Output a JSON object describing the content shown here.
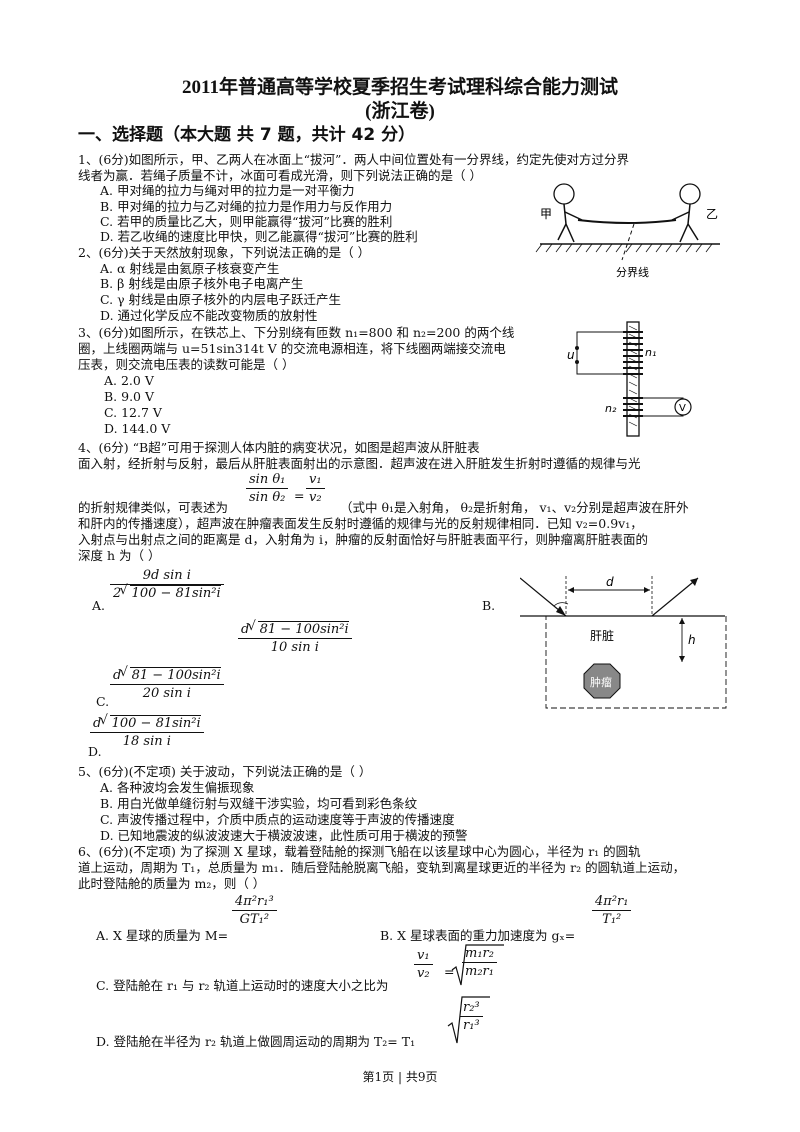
{
  "title": {
    "line1": "2011年普通高等学校夏季招生考试理科综合能力测试",
    "line2": "(浙江卷)"
  },
  "section": "一、选择题（本大题 共 7 题，共计 42 分）",
  "q1": {
    "stem1": "1、(6分)如图所示，甲、乙两人在冰面上“拔河”．两人中间位置处有一分界线，约定先使对方过分界",
    "stem2": "线者为赢．若绳子质量不计，冰面可看成光滑，则下列说法正确的是（        ）",
    "A": "A. 甲对绳的拉力与绳对甲的拉力是一对平衡力",
    "B": "B. 甲对绳的拉力与乙对绳的拉力是作用力与反作用力",
    "C": "C. 若甲的质量比乙大，则甲能赢得“拔河”比赛的胜利",
    "D": "D. 若乙收绳的速度比甲快，则乙能赢得“拔河”比赛的胜利",
    "fig": {
      "left": "甲",
      "right": "乙",
      "line": "分界线"
    }
  },
  "q2": {
    "stem": "2、(6分)关于天然放射现象，下列说法正确的是（        ）",
    "A": "A. α 射线是由氦原子核衰变产生",
    "B": "B. β 射线是由原子核外电子电离产生",
    "C": "C. γ 射线是由原子核外的内层电子跃迁产生",
    "D": "D. 通过化学反应不能改变物质的放射性"
  },
  "q3": {
    "stem1": "3、(6分)如图所示，在铁芯上、下分别绕有匝数 n₁=800 和 n₂=200 的两个线",
    "stem2": "圈，上线圈两端与 u=51sin314t V 的交流电源相连，将下线圈两端接交流电",
    "stem3": "压表，则交流电压表的读数可能是（        ）",
    "A": "A. 2.0 V",
    "B": "B. 9.0 V",
    "C": "C. 12.7 V",
    "D": "D. 144.0 V",
    "fig": {
      "u": "u",
      "n1": "n₁",
      "n2": "n₂",
      "meter": "V"
    }
  },
  "q4": {
    "stem1": "4、(6分) “B超”可用于探测人体内脏的病变状况，如图是超声波从肝脏表",
    "stem2": "面入射，经折射与反射，最后从肝脏表面射出的示意图．超声波在进入肝脏发生折射时遵循的规律与光",
    "law_num_l": "sin θ₁",
    "law_den_l": "sin θ₂",
    "law_eq": "=",
    "law_num_r": "v₁",
    "law_den_r": "v₂",
    "stem3_a": "的折射规律类似，可表述为",
    "stem3_b": "（式中 θ₁是入射角， θ₂是折射角， v₁、v₂分别是超声波在肝外",
    "stem4": "和肝内的传播速度），超声波在肿瘤表面发生反射时遵循的规律与光的反射规律相同．已知 v₂=0.9v₁，",
    "stem5": "入射点与出射点之间的距离是 d，入射角为 i，肿瘤的反射面恰好与肝脏表面平行，则肿瘤离肝脏表面的",
    "stem6": "深度 h 为（        ）",
    "A_label": "A.",
    "A_num": "9d sin i",
    "A_den_pre": "2",
    "A_den_rad": "100 − 81sin²i",
    "B_label": "B.",
    "B_num_pre": "d",
    "B_num_rad": "81 − 100sin²i",
    "B_den": "10 sin i",
    "C_label": "C.",
    "C_num_pre": "d",
    "C_num_rad": "81 − 100sin²i",
    "C_den": "20 sin i",
    "D_label": "D.",
    "D_num_pre": "d",
    "D_num_rad": "100 − 81sin²i",
    "D_den": "18 sin i",
    "fig": {
      "d": "d",
      "h": "h",
      "liver": "肝脏",
      "tumor": "肿瘤"
    }
  },
  "q5": {
    "stem": "5、(6分)(不定项) 关于波动，下列说法正确的是（        ）",
    "A": "A. 各种波均会发生偏振现象",
    "B": "B. 用白光做单缝衍射与双缝干涉实验，均可看到彩色条纹",
    "C": "C. 声波传播过程中，介质中质点的运动速度等于声波的传播速度",
    "D": "D. 已知地震波的纵波波速大于横波波速，此性质可用于横波的预警"
  },
  "q6": {
    "stem1": "6、(6分)(不定项) 为了探测 X 星球，载着登陆舱的探测飞船在以该星球中心为圆心，半径为 r₁ 的圆轨",
    "stem2": "道上运动，周期为 T₁，总质量为 m₁．随后登陆舱脱离飞船，变轨到离星球更近的半径为 r₂ 的圆轨道上运动，",
    "stem3": "此时登陆舱的质量为 m₂，则（        ）",
    "A_text": "A. X 星球的质量为 M=",
    "A_num": "4π²r₁³",
    "A_den": "GT₁²",
    "B_text": "B. X 星球表面的重力加速度为 gₓ=",
    "B_num": "4π²r₁",
    "B_den": "T₁²",
    "C_text": "C. 登陆舱在 r₁ 与 r₂ 轨道上运动时的速度大小之比为",
    "C_num_l": "v₁",
    "C_den_l": "v₂",
    "C_eq": "=",
    "C_num_r": "m₁r₂",
    "C_den_r": "m₂r₁",
    "D_text": "D. 登陆舱在半径为 r₂ 轨道上做圆周运动的周期为 T₂= T₁",
    "D_num": "r₂³",
    "D_den": "r₁³"
  },
  "footer": "第1页  |  共9页"
}
